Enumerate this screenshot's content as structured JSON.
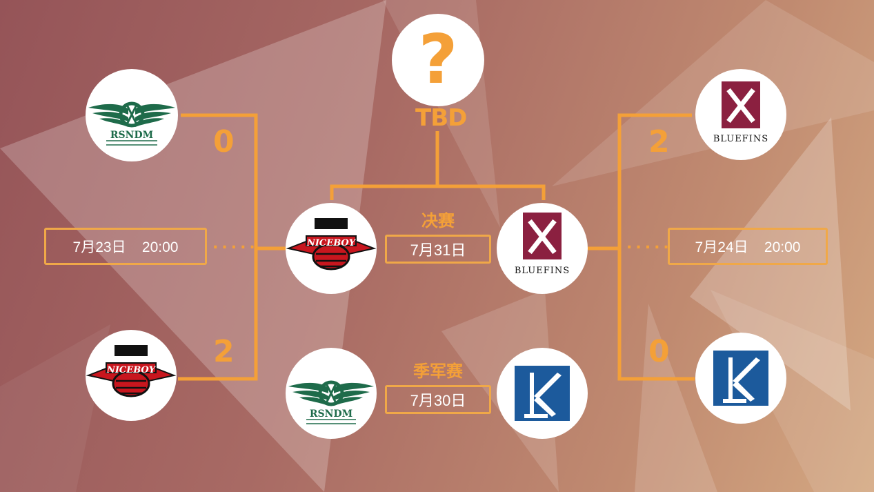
{
  "colors": {
    "accent": "#f4a038",
    "rsndm_green": "#1e6b4a",
    "niceboy_red": "#c8161e",
    "bluefins_maroon": "#8b2040",
    "k_blue": "#1c5a9c"
  },
  "teams": {
    "rsndm": {
      "name": "RSNDM"
    },
    "niceboy": {
      "name": "NICEBOY"
    },
    "bluefins": {
      "name": "BLUEFINS"
    },
    "k": {
      "name": "K"
    }
  },
  "bracket": {
    "left_semifinal": {
      "date": "7月23日    20:00",
      "top_score": "0",
      "bottom_score": "2"
    },
    "right_semifinal": {
      "date": "7月24日    20:00",
      "top_score": "2",
      "bottom_score": "0"
    },
    "final": {
      "label": "决赛",
      "date": "7月31日"
    },
    "third_place": {
      "label": "季军赛",
      "date": "7月30日"
    },
    "champion": {
      "placeholder": "?",
      "label": "TBD"
    },
    "connector_dots": "....."
  }
}
